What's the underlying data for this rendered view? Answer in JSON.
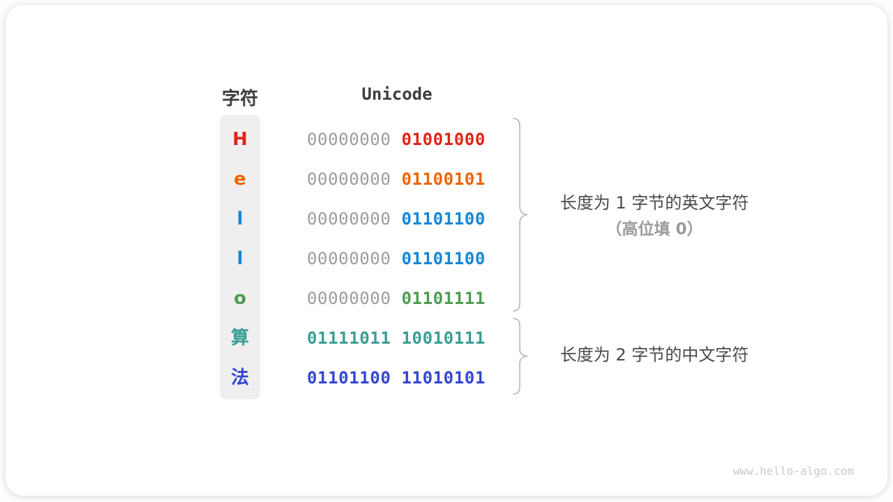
{
  "header": {
    "char_column": "字符",
    "unicode_column": "Unicode"
  },
  "rows": [
    {
      "char": "H",
      "byte_high": "00000000",
      "byte_low": "01001000",
      "color": "#e02419",
      "byte_high_color": "#9c9c9c"
    },
    {
      "char": "e",
      "byte_high": "00000000",
      "byte_low": "01100101",
      "color": "#ed6500",
      "byte_high_color": "#9c9c9c"
    },
    {
      "char": "l",
      "byte_high": "00000000",
      "byte_low": "01101100",
      "color": "#1586d6",
      "byte_high_color": "#9c9c9c"
    },
    {
      "char": "l",
      "byte_high": "00000000",
      "byte_low": "01101100",
      "color": "#1586d6",
      "byte_high_color": "#9c9c9c"
    },
    {
      "char": "o",
      "byte_high": "00000000",
      "byte_low": "01101111",
      "color": "#4e9b51",
      "byte_high_color": "#9c9c9c"
    },
    {
      "char": "算",
      "byte_high": "01111011",
      "byte_low": "10010111",
      "color": "#3a9e93",
      "byte_high_color": "#3a9e93"
    },
    {
      "char": "法",
      "byte_high": "01101100",
      "byte_low": "11010101",
      "color": "#3346d3",
      "byte_high_color": "#3346d3"
    }
  ],
  "annotations": {
    "english_group_line1": "长度为 1 字节的英文字符",
    "english_group_line2": "（高位填 0）",
    "chinese_group_line1": "长度为 2 字节的中文字符"
  },
  "footer": {
    "watermark": "www.hello-algo.com"
  },
  "colors": {
    "red": "#e02419",
    "orange": "#ed6500",
    "blue": "#1586d6",
    "green": "#4e9b51",
    "teal": "#3a9e93",
    "indigo": "#3346d3",
    "gray_zero": "#9c9c9c",
    "heading_text": "#3d3d3d",
    "annotation_text": "#4a4a4a",
    "annotation_muted": "#9b9b9b",
    "brace": "#b5b5b5",
    "char_column_bg": "#efefef"
  }
}
